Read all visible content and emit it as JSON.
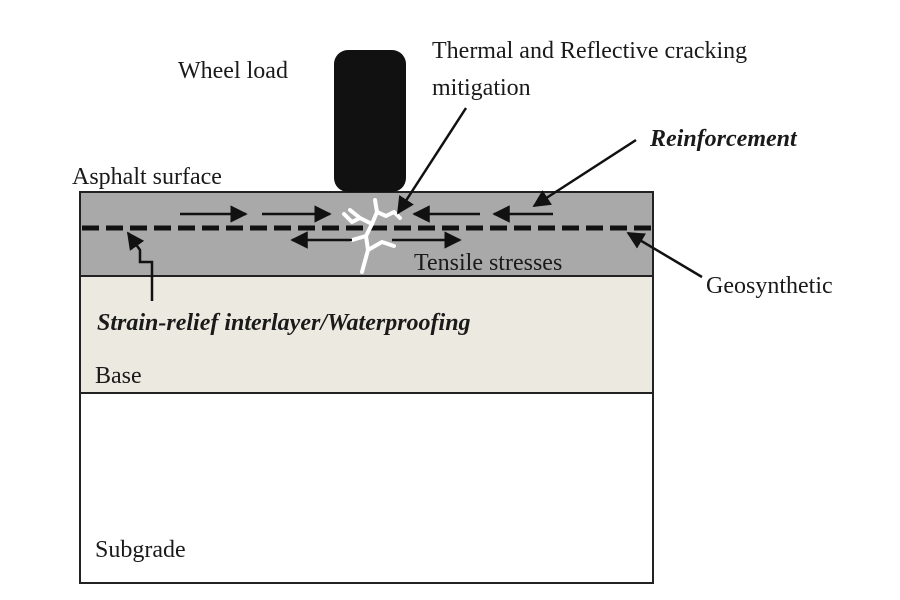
{
  "labels": {
    "wheel_load": "Wheel load",
    "thermal_line1": "Thermal and Reflective cracking",
    "thermal_line2": "mitigation",
    "reinforcement": "Reinforcement",
    "asphalt_surface": "Asphalt surface",
    "tensile_stresses": "Tensile stresses",
    "geosynthetic": "Geosynthetic",
    "strain_relief": "Strain-relief interlayer/Waterproofing",
    "base": "Base",
    "subgrade": "Subgrade"
  },
  "colors": {
    "asphalt": "#a9a9a9",
    "base": "#ece9e0",
    "subgrade": "#ffffff",
    "outline": "#222222",
    "wheel": "#111111",
    "crack": "#ffffff"
  }
}
